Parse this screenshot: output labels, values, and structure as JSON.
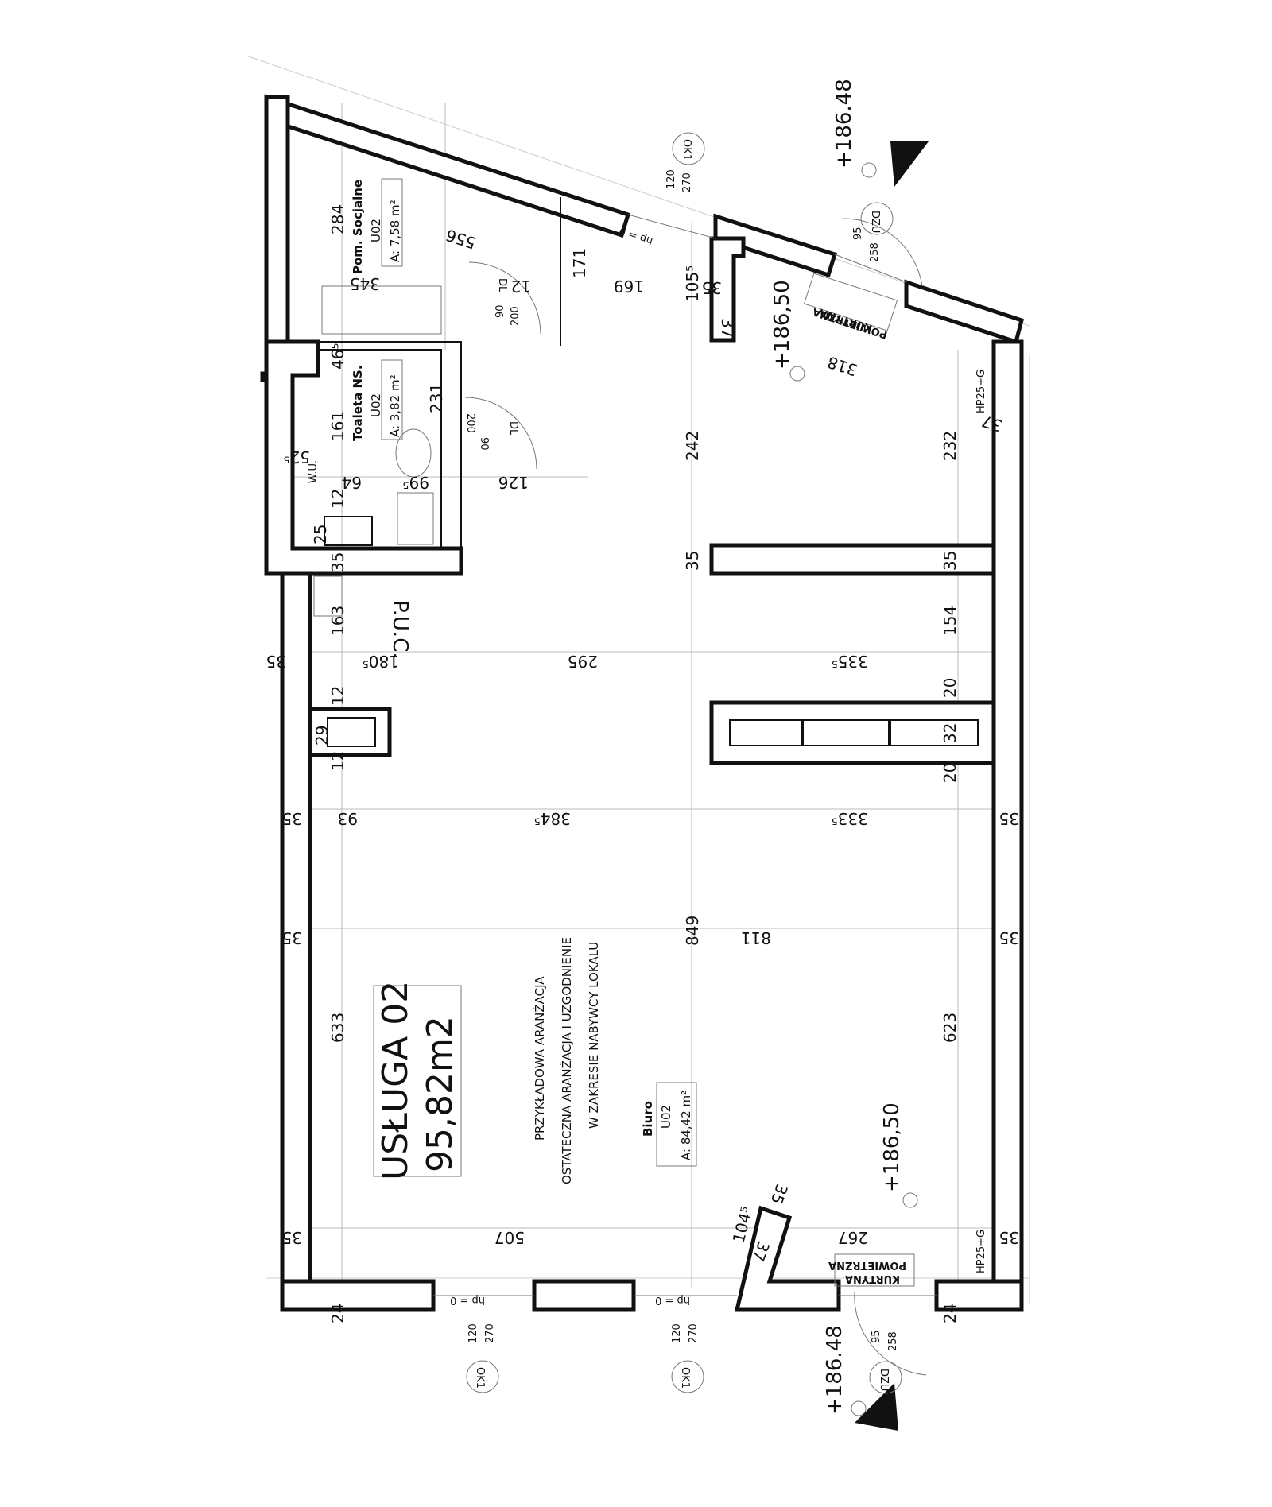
{
  "unit": {
    "name": "USŁUGA 02",
    "area": "95,82m2",
    "note_lines": [
      "PRZYKŁADOWA ARANŻACJA",
      "OSTATECZNA ARANŻACJA I UZGODNIENIE",
      "W ZAKRESIE NABYWCY LOKALU"
    ]
  },
  "rooms": {
    "social": {
      "name": "Pom. Socjalne",
      "code": "U02",
      "area": "A: 7,58 m²"
    },
    "toilet": {
      "name": "Toaleta NS.",
      "code": "U02",
      "area": "A: 3,82 m²"
    },
    "office": {
      "name": "Biuro",
      "code": "U02",
      "area": "A: 84,42 m²"
    }
  },
  "puc": "P.U.C.",
  "wu": "W.U.",
  "levels": {
    "top_right": "+186.48",
    "mid": "+186,50",
    "lower": "+186,50",
    "bottom": "+186.48"
  },
  "doors": {
    "dzu": "DZU",
    "dzu_w": "95",
    "dzu_h": "258",
    "dl": "DL",
    "dl_w": "90",
    "dl_h": "200",
    "curtain_1": "KURTYNA",
    "curtain_2": "POWIETRZNA"
  },
  "windows": {
    "ok": "OK1",
    "w": "120",
    "h": "270",
    "hp": "hp = 0"
  },
  "hp25": "HP25+G",
  "dims": {
    "d284": "284",
    "d345": "345",
    "d556": "556",
    "d12a": "12",
    "d171": "171",
    "d169": "169",
    "d1055": "105⁵",
    "d35a": "35",
    "d37a": "37",
    "d318": "318",
    "d465": "46⁵",
    "d231": "231",
    "d161": "161",
    "d242": "242",
    "d232": "232",
    "d37b": "37",
    "d525": "52⁵",
    "d64": "64",
    "d995": "99⁵",
    "d126": "126",
    "d12b": "12",
    "d25": "25",
    "d35b": "35",
    "d35c": "35",
    "d35d": "35",
    "d163": "163",
    "d154": "154",
    "d1805": "180⁵",
    "d295": "295",
    "d3355": "335⁵",
    "d35e": "35",
    "d12c": "12",
    "d20a": "20",
    "d29": "29",
    "d32": "32",
    "d12d": "12",
    "d20b": "20",
    "d93": "93",
    "d3845": "384⁵",
    "d3335": "333⁵",
    "d35f": "35",
    "d35g": "35",
    "d849": "849",
    "d811": "811",
    "d35h": "35",
    "d35i": "35",
    "d633": "633",
    "d623": "623",
    "d35j": "35",
    "d1045": "104⁵",
    "d35k": "35",
    "d37c": "37",
    "d507": "507",
    "d267": "267",
    "d35l": "35",
    "d35m": "35",
    "d24a": "24",
    "d24b": "24"
  }
}
